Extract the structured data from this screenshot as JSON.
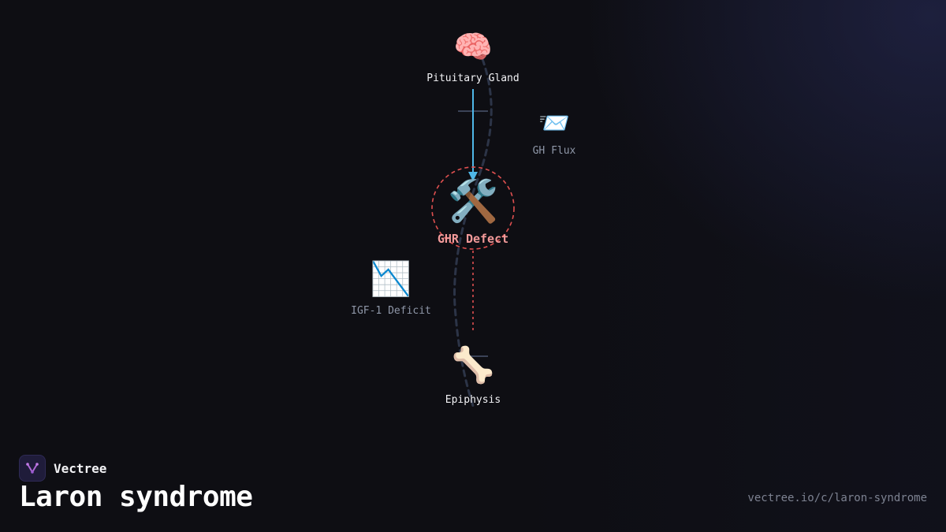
{
  "nodes": {
    "pituitary": {
      "icon": "brain-icon",
      "glyph": "🧠",
      "label": "Pituitary Gland"
    },
    "gh_flux": {
      "icon": "envelope-icon",
      "glyph": "📨",
      "label": "GH Flux"
    },
    "ghr_defect": {
      "icon": "hammer-wrench-icon",
      "glyph": "🛠️",
      "label": "GHR Defect"
    },
    "igf1": {
      "icon": "chart-decreasing-icon",
      "glyph": "📉",
      "label": "IGF-1 Deficit"
    },
    "epiphysis": {
      "icon": "bone-icon",
      "glyph": "🦴",
      "label": "Epiphysis"
    }
  },
  "colors": {
    "background": "#0e0e13",
    "flow_arrow": "#4fb7e8",
    "defect_ring": "#e05050",
    "dashed_path": "#2c3447",
    "label_bright": "#f2f2f5",
    "label_dim": "#8f97a8",
    "label_alert": "#f39a9a"
  },
  "brand": {
    "name": "Vectree",
    "logo_icon": "vectree-logo-icon"
  },
  "page": {
    "title": "Laron syndrome",
    "url": "vectree.io/c/laron-syndrome"
  }
}
